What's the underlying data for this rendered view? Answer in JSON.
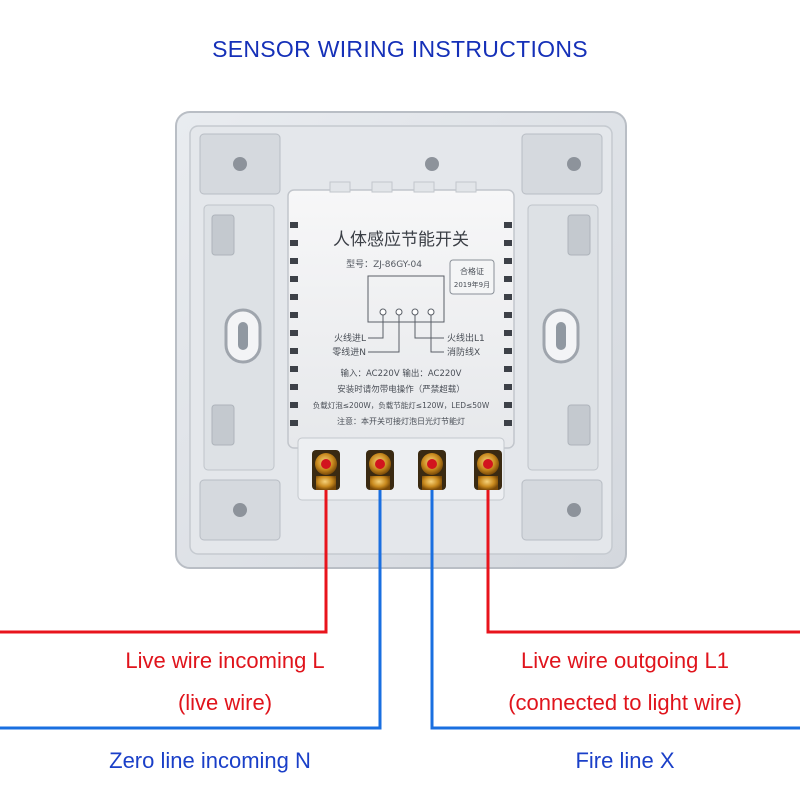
{
  "title": "SENSOR WIRING INSTRUCTIONS",
  "colors": {
    "live": "#e8141c",
    "neutral": "#1a6fe0",
    "label_red": "#e0141c",
    "label_blue": "#1a3fc8"
  },
  "module": {
    "name": "人体感应节能开关",
    "model": "型号：ZJ-86GY-04",
    "cert_line1": "合格证",
    "cert_line2": "2019年9月",
    "left_terminal_1": "火线进L",
    "left_terminal_2": "零线进N",
    "right_terminal_1": "火线出L1",
    "right_terminal_2": "消防线X",
    "spec_line1": "输入：AC220V  输出：AC220V",
    "spec_line2": "安装时请勿带电操作（严禁超载）",
    "spec_line3": "负载灯泡≤200W，负载节能灯≤120W，LED≤50W",
    "spec_line4": "注意：本开关可接灯泡日光灯节能灯"
  },
  "labels": {
    "live_in_1": "Live wire incoming L",
    "live_in_2": "(live wire)",
    "live_out_1": "Live wire outgoing L1",
    "live_out_2": "(connected to light wire)",
    "zero_in": "Zero line incoming N",
    "fire_line": "Fire line X"
  }
}
